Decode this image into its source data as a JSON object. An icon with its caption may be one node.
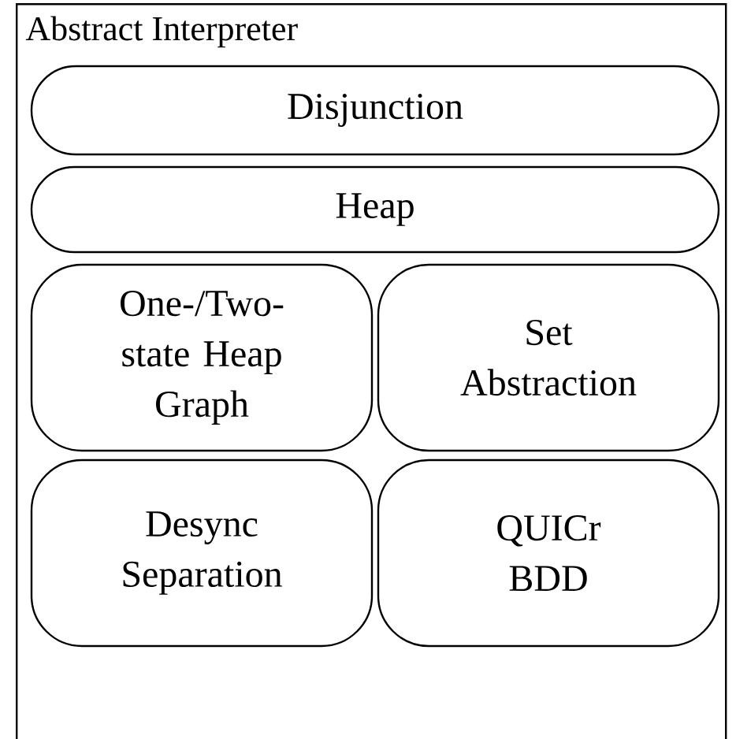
{
  "diagram": {
    "nodes": [
      {
        "text": [
          "Abstract Interpreter"
        ]
      },
      {
        "text": [
          "Disjunction"
        ],
        "in": 0
      },
      {
        "text": [
          "Heap"
        ],
        "in": 0
      },
      {
        "text": [
          "One-/Two-state Heap Graph"
        ],
        "in": 0
      },
      {
        "text": [
          "Set Abstraction"
        ],
        "in": 0
      },
      {
        "text": [
          "Desync Separation"
        ],
        "in": 0
      },
      {
        "text": [
          "QUICr BDD"
        ],
        "in": 0
      }
    ]
  }
}
